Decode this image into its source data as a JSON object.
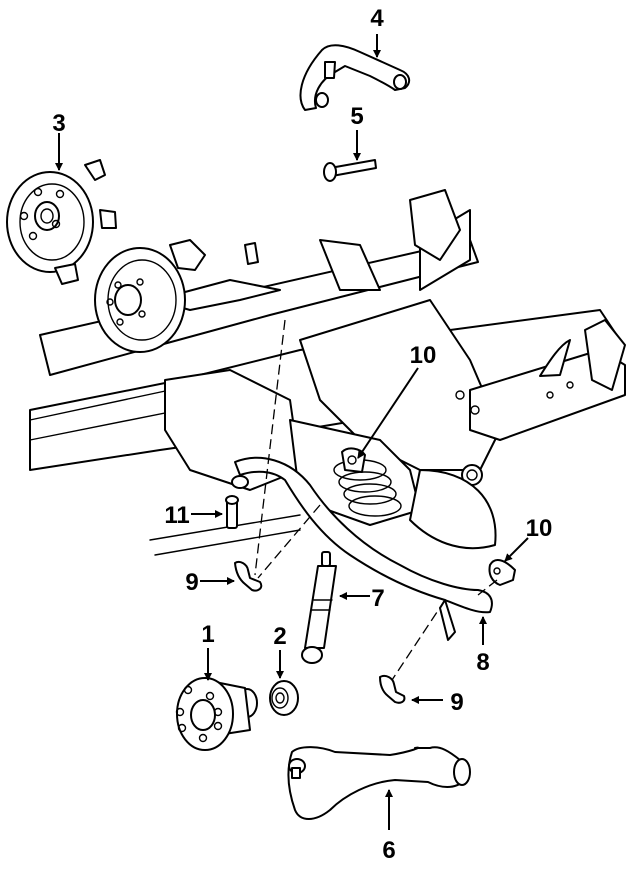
{
  "diagram": {
    "type": "exploded parts diagram",
    "subject": "Front suspension",
    "colors": {
      "line": "#000000",
      "background": "#ffffff"
    },
    "callouts": [
      {
        "id": "c1",
        "label": "1",
        "part": "hub"
      },
      {
        "id": "c2",
        "label": "2",
        "part": "bearing / seal"
      },
      {
        "id": "c3",
        "label": "3",
        "part": "hub & rotor assembly"
      },
      {
        "id": "c4",
        "label": "4",
        "part": "upper control arm"
      },
      {
        "id": "c5",
        "label": "5",
        "part": "bolt"
      },
      {
        "id": "c6",
        "label": "6",
        "part": "lower control arm"
      },
      {
        "id": "c7",
        "label": "7",
        "part": "shock absorber"
      },
      {
        "id": "c8",
        "label": "8",
        "part": "stabilizer bar"
      },
      {
        "id": "c9a",
        "label": "9",
        "part": "stabilizer bar bracket (left)"
      },
      {
        "id": "c9b",
        "label": "9",
        "part": "stabilizer bar bracket (right)"
      },
      {
        "id": "c10a",
        "label": "10",
        "part": "stabilizer bar bushing (center)"
      },
      {
        "id": "c10b",
        "label": "10",
        "part": "stabilizer bar bushing (right)"
      },
      {
        "id": "c11",
        "label": "11",
        "part": "stabilizer link"
      }
    ]
  }
}
